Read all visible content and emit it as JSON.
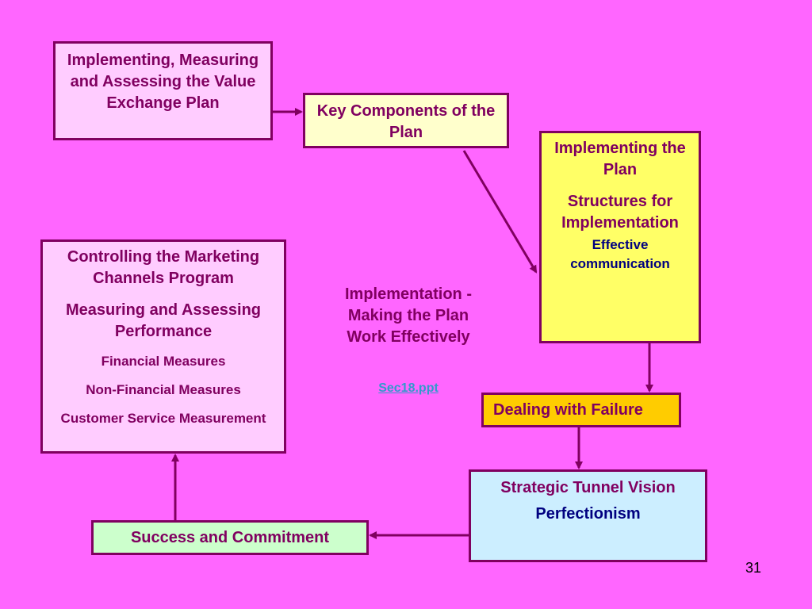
{
  "boxes": {
    "top_left": "Implementing, Measuring and Assessing the Value Exchange Plan",
    "key_components": "Key Components of the Plan",
    "implementing": {
      "title": "Implementing the Plan",
      "subtitle": "Structures for Implementation",
      "item": "Effective communication"
    },
    "controlling": {
      "title": "Controlling the Marketing Channels Program",
      "subtitle": "Measuring and Assessing Performance",
      "items": [
        "Financial Measures",
        "Non-Financial Measures",
        "Customer Service Measurement"
      ]
    },
    "failure": "Dealing with Failure",
    "tunnel": {
      "title": "Strategic Tunnel Vision",
      "item": "Perfectionism"
    },
    "success": "Success and Commitment"
  },
  "center": {
    "title": "Implementation - Making the Plan Work Effectively",
    "link": "Sec18.ppt"
  },
  "page_number": "31",
  "colors": {
    "background": "#ff66ff",
    "text": "#800060",
    "arrow": "#800060"
  }
}
